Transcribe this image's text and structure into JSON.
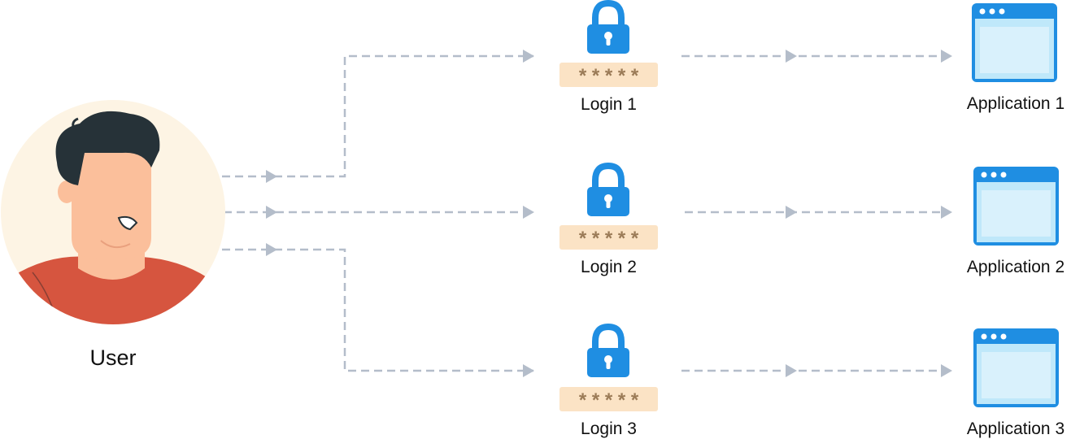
{
  "user": {
    "label": "User"
  },
  "logins": [
    {
      "label": "Login 1",
      "password_mask": "* * * * *"
    },
    {
      "label": "Login 2",
      "password_mask": "* * * * *"
    },
    {
      "label": "Login 3",
      "password_mask": "* * * * *"
    }
  ],
  "applications": [
    {
      "label": "Application 1"
    },
    {
      "label": "Application 2"
    },
    {
      "label": "Application 3"
    }
  ],
  "icons": {
    "user": "user-avatar",
    "login": "padlock-icon",
    "application": "browser-window-icon"
  },
  "colors": {
    "connector": "#b4bdca",
    "lock": "#1f8ee2",
    "password_field": "#fbe3c5",
    "password_mask": "#9b7b57",
    "app_frame": "#1f8ee2",
    "app_body": "#bfe8fa",
    "avatar_bg": "#fdf4e4",
    "shirt": "#d6553f",
    "skin": "#fbbf9b",
    "hair": "#263238"
  }
}
